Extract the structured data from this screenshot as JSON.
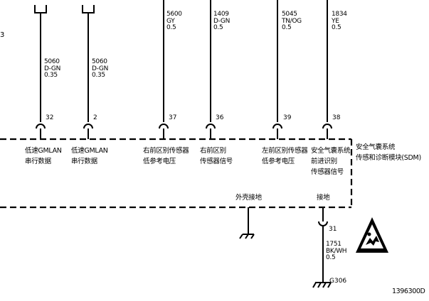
{
  "wires": [
    {
      "circuit": "5060",
      "color": "D-GN",
      "gauge": "0.35"
    },
    {
      "circuit": "5060",
      "color": "D-GN",
      "gauge": "0.35"
    },
    {
      "circuit": "5600",
      "color": "GY",
      "gauge": "0.5"
    },
    {
      "circuit": "1409",
      "color": "D-GN",
      "gauge": "0.5"
    },
    {
      "circuit": "5045",
      "color": "TN/OG",
      "gauge": "0.5"
    },
    {
      "circuit": "1834",
      "color": "YE",
      "gauge": "0.5"
    }
  ],
  "pins": [
    "32",
    "2",
    "37",
    "36",
    "39",
    "38"
  ],
  "signals": [
    {
      "line1": "低速GMLAN",
      "line2": "串行数据"
    },
    {
      "line1": "低速GMLAN",
      "line2": "串行数据"
    },
    {
      "line1": "右前区别传感器",
      "line2": "低参考电压"
    },
    {
      "line1": "右前区别",
      "line2": "传感器信号"
    },
    {
      "line1": "左前区别传感器",
      "line2": "低参考电压"
    },
    {
      "line1": "安全气囊系统",
      "line2": "前进识别",
      "line3": "传感器信号"
    }
  ],
  "module": {
    "line1": "安全气囊系统",
    "line2": "传感和诊断模块(SDM)"
  },
  "housing_ground_label": "外壳接地",
  "ground_label": "接地",
  "ground_pin": "31",
  "ground_wire": {
    "circuit": "1751",
    "color": "BK/WH",
    "gauge": "0.5"
  },
  "ground_point": "G306",
  "stray_char": "3",
  "figure_id": "1396300D"
}
